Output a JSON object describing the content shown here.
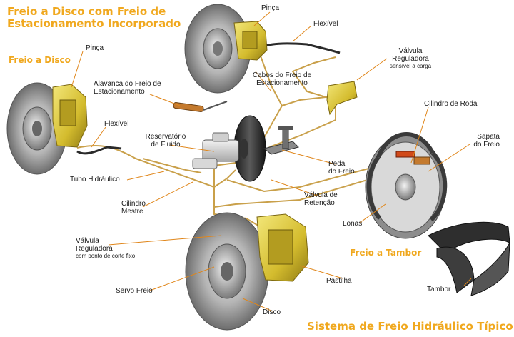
{
  "titles": {
    "main_line1": "Freio a Disco com Freio de",
    "main_line2": "Estacionamento Incorporado",
    "disc_brake": "Freio a Disco",
    "drum_brake": "Freio a Tambor",
    "system": "Sistema de Freio Hidráulico Típico"
  },
  "labels": {
    "pinca_top": "Pinça",
    "flexivel_top": "Flexível",
    "valvula_reguladora_top_1": "Válvula",
    "valvula_reguladora_top_2": "Reguladora",
    "valvula_reguladora_top_3": "sensível à carga",
    "cabos_1": "Cabos do Freio de",
    "cabos_2": "Estacionamento",
    "pinca_left": "Pinça",
    "alavanca_1": "Alavanca do Freio de",
    "alavanca_2": "Estacionamento",
    "cilindro_roda": "Cilindro de Roda",
    "flexivel_left": "Flexível",
    "reservatorio_1": "Reservatório",
    "reservatorio_2": "de Fluido",
    "sapata_1": "Sapata",
    "sapata_2": "do Freio",
    "tubo_hidraulico": "Tubo Hidráulico",
    "pedal_1": "Pedal",
    "pedal_2": "do Freio",
    "valvula_retencao_1": "Válvula de",
    "valvula_retencao_2": "Retenção",
    "cilindro_mestre_1": "Cilindro",
    "cilindro_mestre_2": "Mestre",
    "lonas": "Lonas",
    "valvula_reguladora_bottom_1": "Válvula",
    "valvula_reguladora_bottom_2": "Reguladora",
    "valvula_reguladora_bottom_3": "com ponto de corte fixo",
    "servo_freio": "Servo Freio",
    "pastilha": "Pastilha",
    "disco": "Disco",
    "tambor": "Tambor"
  },
  "colors": {
    "title": "#f0a81e",
    "pipe": "#c9a04a",
    "caliper": "#d6c23a",
    "disc": "#9a9a9a",
    "leader": "#e0861a"
  }
}
